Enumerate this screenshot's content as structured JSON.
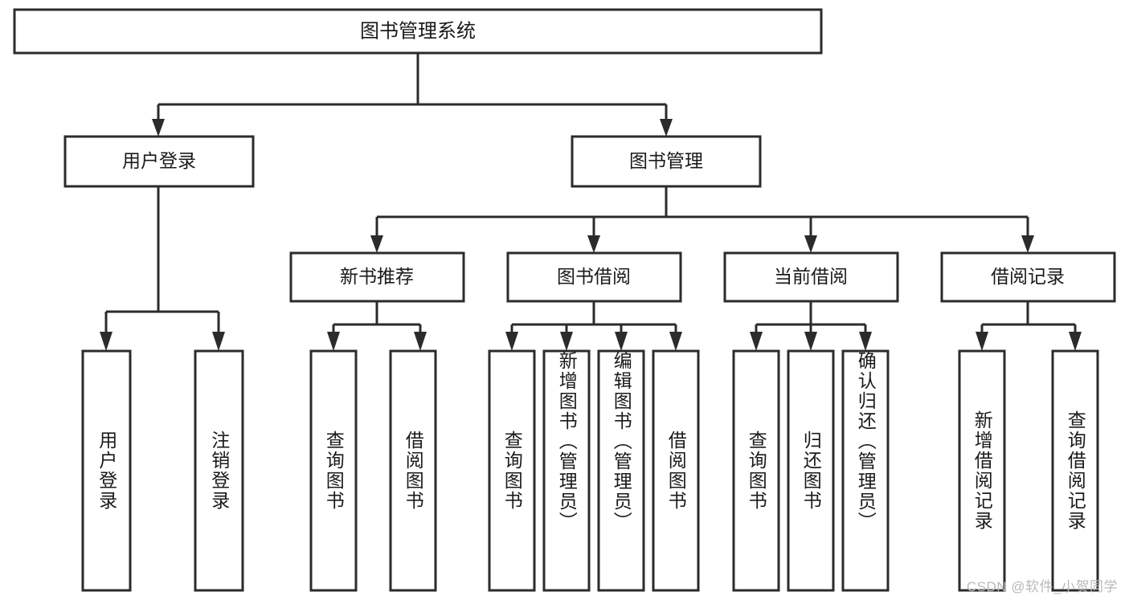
{
  "diagram": {
    "type": "hierarchy-tree",
    "title": "图书管理系统",
    "watermark": "CSDN @软件_小贺同学",
    "colors": {
      "stroke": "#2b2b2b",
      "box_fill": "#ffffff",
      "text": "#1a1a1a",
      "background": "#ffffff",
      "watermark": "#b9b9b9"
    },
    "levels": {
      "root": {
        "label": "图书管理系统"
      },
      "level2": [
        {
          "label": "用户登录"
        },
        {
          "label": "图书管理"
        }
      ],
      "level3": [
        {
          "label": "新书推荐"
        },
        {
          "label": "图书借阅"
        },
        {
          "label": "当前借阅"
        },
        {
          "label": "借阅记录"
        }
      ],
      "leaves": [
        {
          "label": "用户登录",
          "parent": "用户登录"
        },
        {
          "label": "注销登录",
          "parent": "用户登录"
        },
        {
          "label": "查询图书",
          "parent": "新书推荐"
        },
        {
          "label": "借阅图书",
          "parent": "新书推荐"
        },
        {
          "label": "查询图书",
          "parent": "图书借阅"
        },
        {
          "label": "新增图书（管理员）",
          "parent": "图书借阅"
        },
        {
          "label": "编辑图书（管理员）",
          "parent": "图书借阅"
        },
        {
          "label": "借阅图书",
          "parent": "图书借阅"
        },
        {
          "label": "查询图书",
          "parent": "当前借阅"
        },
        {
          "label": "归还图书",
          "parent": "当前借阅"
        },
        {
          "label": "确认归还（管理员）",
          "parent": "当前借阅"
        },
        {
          "label": "新增借阅记录",
          "parent": "借阅记录"
        },
        {
          "label": "查询借阅记录",
          "parent": "借阅记录"
        }
      ]
    }
  }
}
